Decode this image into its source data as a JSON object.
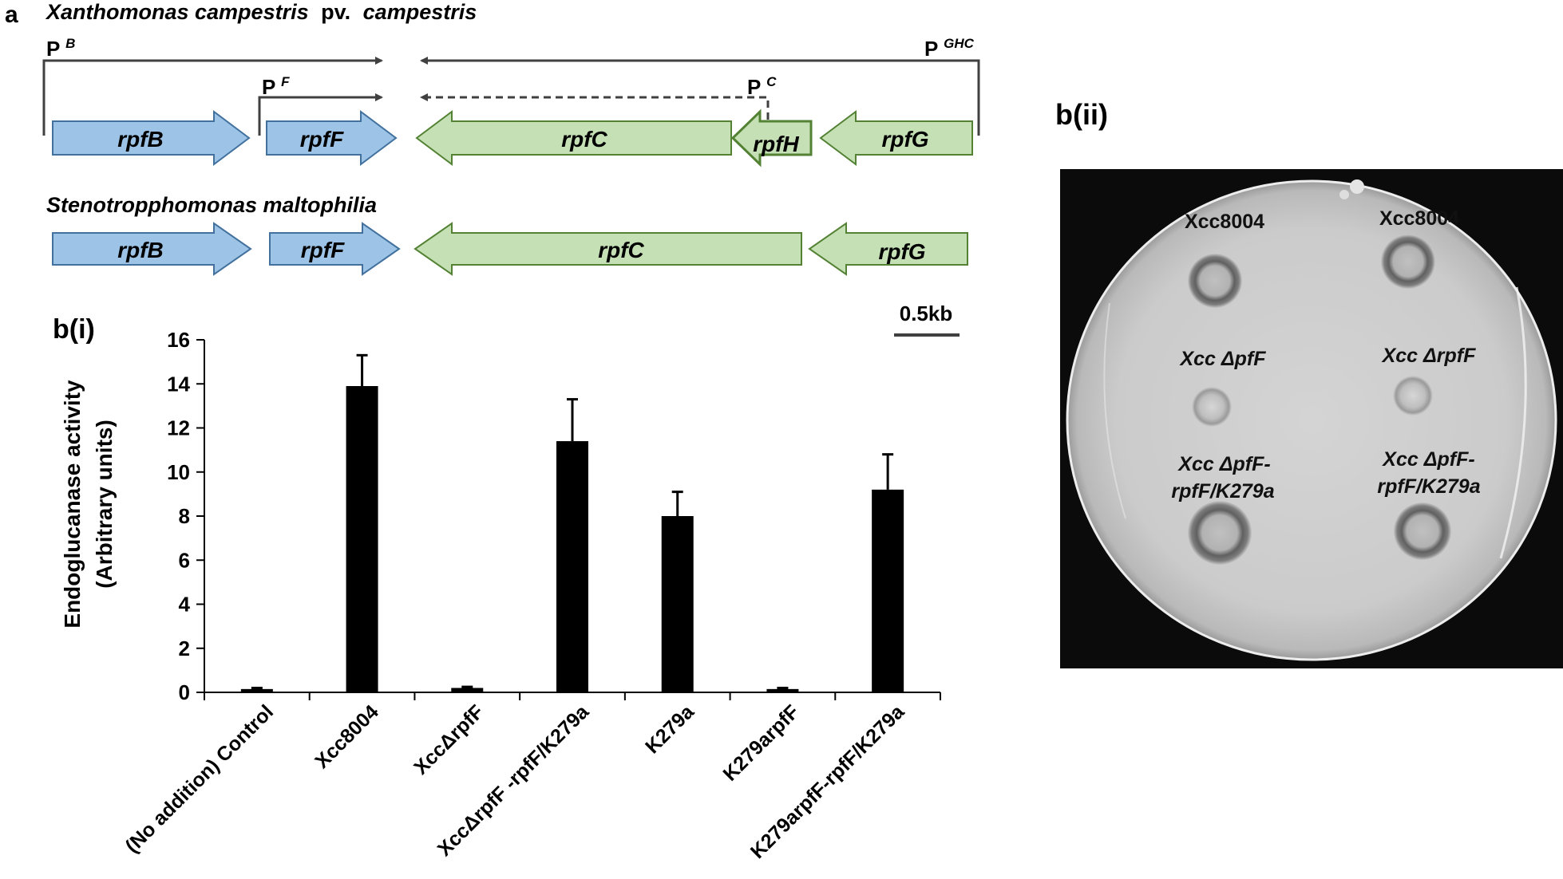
{
  "panel_a": {
    "label": "a",
    "species_1": {
      "name": "Xanthomonas campestris",
      "suffix": "pv.",
      "name_2": "campestris"
    },
    "promoters": {
      "pb_base": "P",
      "pb_sup": "B",
      "pf_base": "P",
      "pf_sup": "F",
      "pc_base": "P",
      "pc_sup": "C",
      "pghc_base": "P",
      "pghc_sup": "GHC"
    },
    "genes_1": {
      "rpfB": "rpfB",
      "rpfF": "rpfF",
      "rpfC": "rpfC",
      "rpfH": "rpfH",
      "rpfG": "rpfG"
    },
    "species_2": "Stenotropphomonas  maltophilia",
    "genes_2": {
      "rpfB": "rpfB",
      "rpfF": "rpfF",
      "rpfC": "rpfC",
      "rpfG": "rpfG"
    },
    "scale_bar": "0.5kb",
    "colors": {
      "blue_fill": "#9dc3e6",
      "blue_stroke": "#41719c",
      "green_fill": "#c5e0b4",
      "green_stroke": "#548235",
      "line": "#404040"
    }
  },
  "panel_bi": {
    "label": "b(i)"
  },
  "panel_bii": {
    "label": "b(ii)",
    "plate_labels": {
      "left_1": "Xcc8004",
      "right_1": "Xcc8004",
      "left_2": "Xcc ΔpfF",
      "right_2": "Xcc ΔrpfF",
      "left_3a": "Xcc ΔpfF-",
      "left_3b": "rpfF/K279a",
      "right_3a": "Xcc ΔpfF-",
      "right_3b": "rpfF/K279a"
    }
  },
  "chart_data": {
    "type": "bar",
    "ylabel_1": "Endoglucanase activity",
    "ylabel_2": "(Arbitrary units)",
    "ylim": [
      0,
      16
    ],
    "yticks": [
      "0",
      "2",
      "4",
      "6",
      "8",
      "10",
      "12",
      "14",
      "16"
    ],
    "categories": [
      "(No addition) Control",
      "Xcc8004",
      "XccΔrpfF",
      "XccΔrpfF -rpfF/K279a",
      "K279a",
      "K279arpfF",
      "K279arpfF-rpfF/K279a"
    ],
    "values": [
      0.15,
      13.9,
      0.2,
      11.4,
      8.0,
      0.15,
      9.2
    ],
    "errors": [
      0.05,
      1.4,
      0.05,
      1.9,
      1.1,
      0.05,
      1.6
    ],
    "bar_color": "#000000"
  }
}
